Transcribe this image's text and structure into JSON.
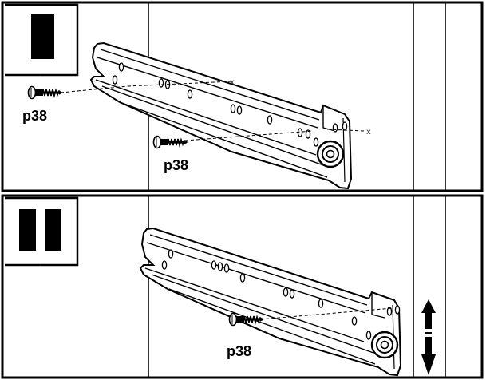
{
  "panels": [
    {
      "step": "I",
      "labels": [
        "p38",
        "p38"
      ],
      "marks": [
        "x",
        "x"
      ]
    },
    {
      "step": "II",
      "labels": [
        "p38"
      ],
      "icons": [
        "up-down-arrow-icon"
      ]
    }
  ],
  "colors": {
    "ink": "#000000",
    "paper": "#ffffff",
    "shade": "#e6e6e6"
  }
}
